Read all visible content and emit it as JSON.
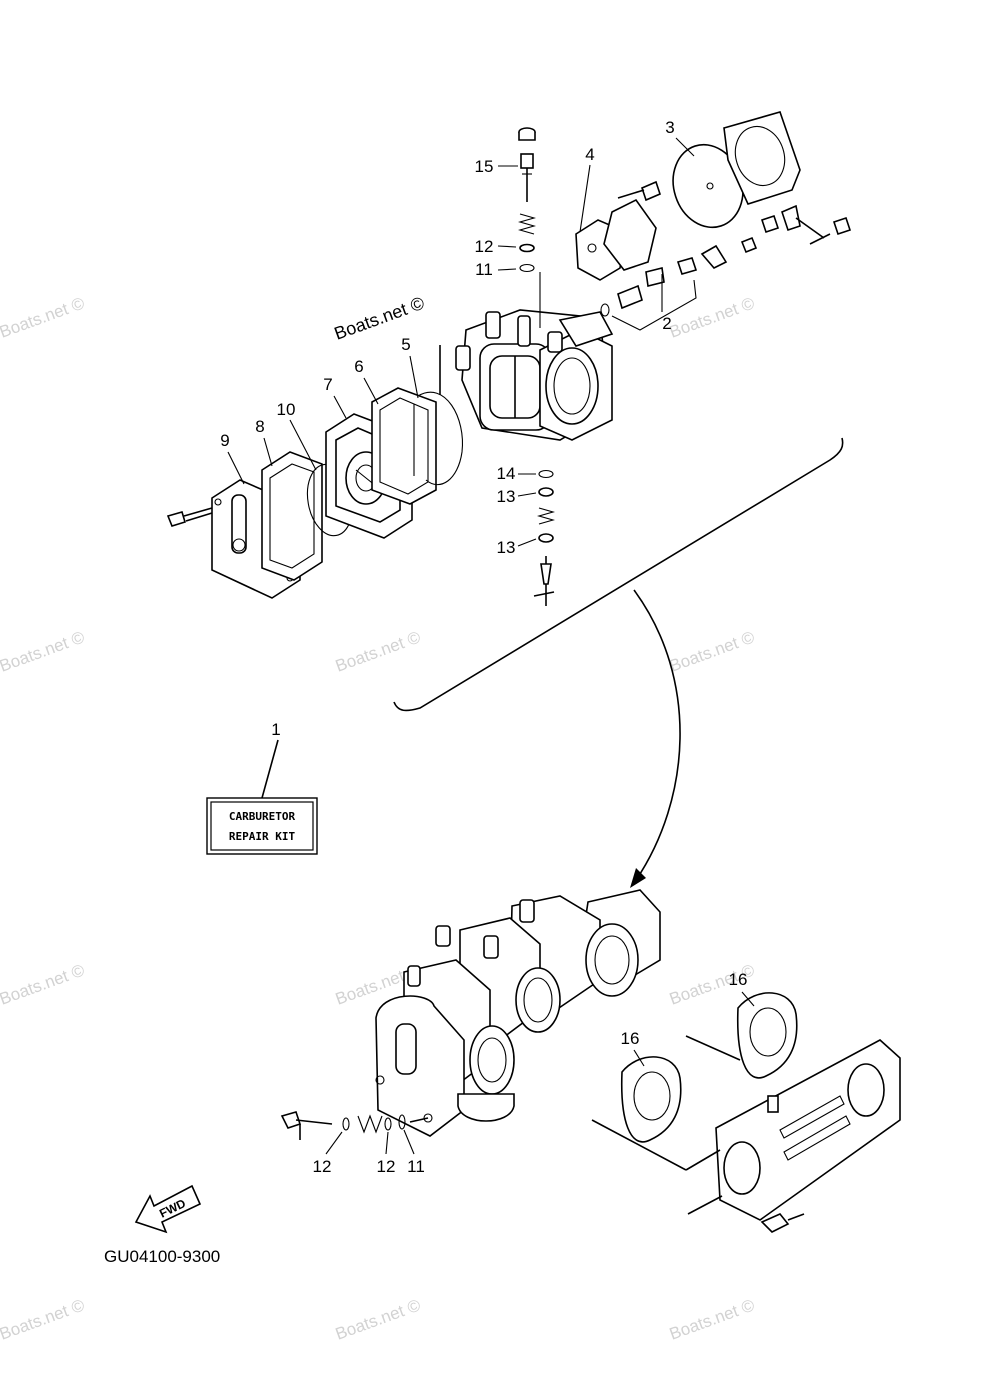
{
  "watermark": {
    "text": "Boats.net ©",
    "header_text": "Boats.net ©"
  },
  "callouts": {
    "c1": "1",
    "c2": "2",
    "c3": "3",
    "c4": "4",
    "c5": "5",
    "c6": "6",
    "c7": "7",
    "c8": "8",
    "c9": "9",
    "c10": "10",
    "c11_top": "11",
    "c12_top": "12",
    "c13_a": "13",
    "c13_b": "13",
    "c14": "14",
    "c15": "15",
    "c16_a": "16",
    "c16_b": "16",
    "c12_bot_a": "12",
    "c12_bot_b": "12",
    "c11_bot": "11"
  },
  "kit_box": {
    "line1": "CARBURETOR",
    "line2": "REPAIR KIT"
  },
  "fwd_label": "FWD",
  "diagram_code": "GU04100-9300"
}
